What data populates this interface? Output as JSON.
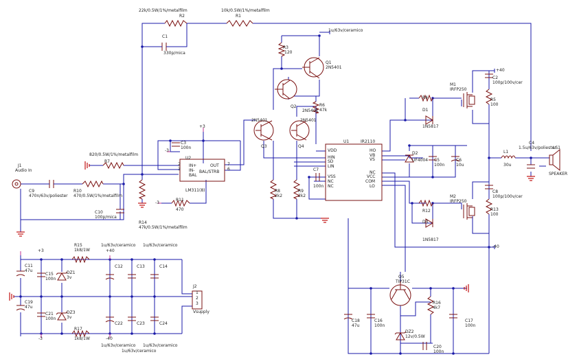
{
  "labels": {
    "r2": "R2",
    "r2_val": "22k/0.5W/1%/metalfilm",
    "r1": "R1",
    "r1_val": "10k/0.5W/1%/metalfilm",
    "c1": "C1",
    "c1_val": "330p/mica",
    "top_cap_val": "1u/63v/ceramico",
    "r3": "R3",
    "r3_val": "120",
    "q1": "Q1",
    "q1_part": "2N5401",
    "q2": "Q2",
    "q2_part": "2N5401",
    "q3": "Q3",
    "q3_part": "2N5401",
    "q4": "Q4",
    "q4_part": "2N5401",
    "r6": "R6",
    "r6_val": "47k",
    "u2": "U2",
    "u2_part": "LM311(8)",
    "u2_in_plus": "IN+",
    "u2_in_minus": "IN-",
    "u2_bal": "BAL",
    "u2_out": "OUT",
    "u2_balstb": "BAL/STRB",
    "c3": "C3",
    "c3_val": "100n",
    "r7": "R7",
    "r7_val": "820/0.5W/1%/metalfilm",
    "j1": "J1",
    "j1_desc": "Audio In",
    "c9": "C9",
    "c9_val": "470n/63v/poliester",
    "r10": "R10",
    "r10_val": "470/0.5W/1%/metalfilm",
    "c10": "C10",
    "c10_val": "100p/mica",
    "r14": "R14",
    "r14_val": "47k/0.5W/1%/metalfilm",
    "r11": "R11",
    "r11_val": "470",
    "r8": "R8",
    "r8_val": "2k2",
    "r9": "R9",
    "r9_val": "2k2",
    "c7": "C7",
    "c7_val": "100n",
    "u1": "U1",
    "u1_part": "IR2110",
    "u1_vdd": "VDD",
    "u1_hin": "HIN",
    "u1_sd": "SD",
    "u1_lin": "LIN",
    "u1_vss": "VSS",
    "u1_nc": "NC",
    "u1_ho": "HO",
    "u1_vb": "VB",
    "u1_vs": "VS",
    "u1_vcc": "VCC",
    "u1_com": "COM",
    "u1_lo": "LO",
    "d2": "D2",
    "d2_part": "UF4004",
    "c5": "C5",
    "c5_val": "100n",
    "c6": "C6",
    "c6_val": "10u",
    "r4": "R4",
    "d1": "D1",
    "d1_part": "1N5817",
    "m1": "M1",
    "m1_part": "IRFP250",
    "m2": "M2",
    "m2_part": "IRFP250",
    "plus40": "+40",
    "minus40": "-40",
    "plus3": "+3",
    "minus3": "-3",
    "c2": "C2",
    "c2_val": "100p/100v/cer",
    "c8": "C8",
    "c8_val": "100p/100v/cer",
    "r5": "R5",
    "r5_val": "100",
    "r13": "R13",
    "r13_val": "100",
    "c4": "C4",
    "c4_val": "1.5u/63v/poliester",
    "ls1": "LS1",
    "l1": "L1",
    "l1_val": "30u",
    "speaker": "SPEAKER",
    "r12": "R12",
    "d3": "D3",
    "d3_part": "1N5817",
    "q5": "Q5",
    "q5_part": "TIP31C",
    "r16": "R16",
    "r16_val": "4k7",
    "c18": "C18",
    "c18_val": "47u",
    "c16": "C16",
    "c16_val": "100n",
    "c17": "C17",
    "c17_val": "100n",
    "dz2": "DZ2",
    "dz2_part": "12v/0.5W",
    "c20": "C20",
    "c20_val": "100n",
    "c11": "C11",
    "c11_val": "47u",
    "c15": "C15",
    "c15_val": "100n",
    "dz1": "DZ1",
    "dz1_part": "3v",
    "r15": "R15",
    "r15_val": "1k8/1W",
    "bulk_cap_val": "1u/63v/ceramico",
    "c12": "C12",
    "c13": "C13",
    "c14": "C14",
    "c19": "C19",
    "c19_val": "47u",
    "c21": "C21",
    "c21_val": "100n",
    "dz3": "DZ3",
    "dz3_part": "3v",
    "r17": "R17",
    "r17_val": "1k8/1W",
    "c22": "C22",
    "c23": "C23",
    "c24": "C24",
    "j2": "J2",
    "j2_desc": "Vsupply",
    "pin1": "1",
    "pin2": "2",
    "pin3": "3",
    "pin6": "6",
    "pin7": "7"
  },
  "colors": {
    "wire": "#1a1aa8",
    "component": "#7a1010",
    "ground": "#c01010",
    "power_marker": "#c03090"
  }
}
